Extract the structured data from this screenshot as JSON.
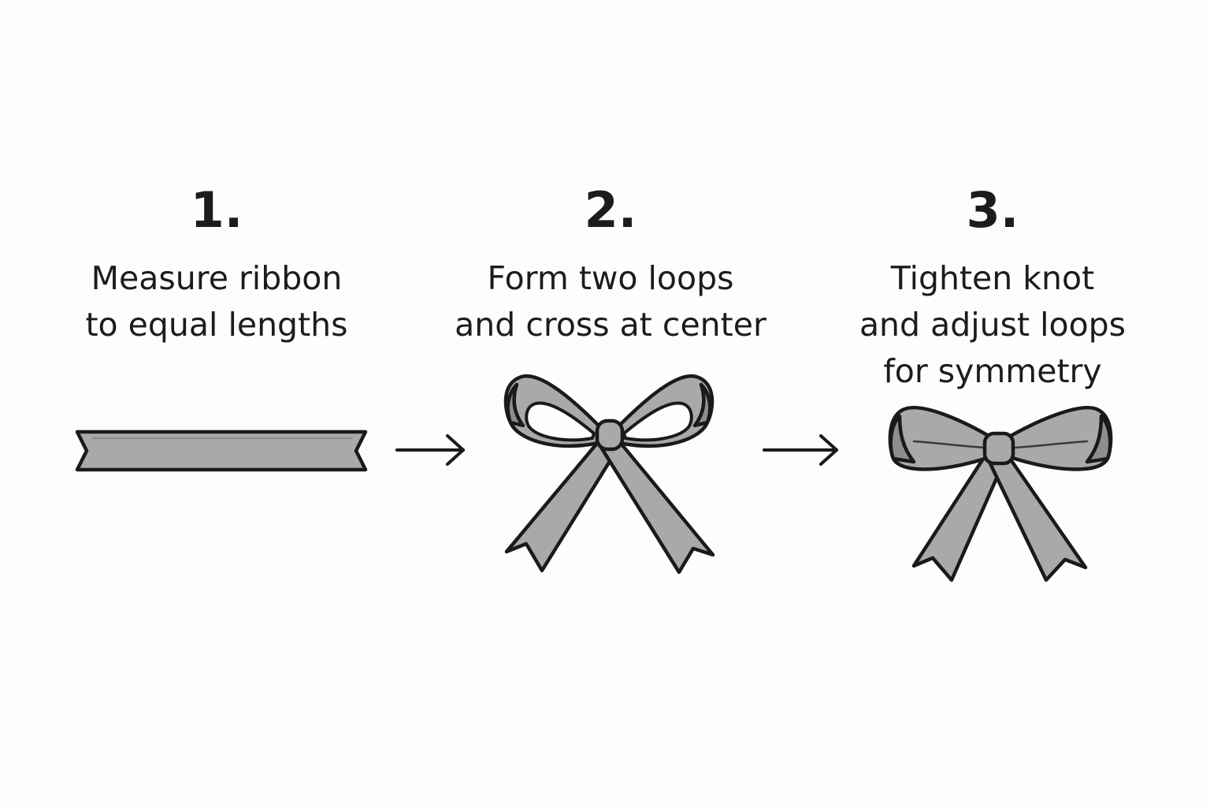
{
  "steps": [
    {
      "number": "1.",
      "caption_lines": [
        "Measure ribbon",
        "to equal lengths"
      ],
      "illustration": "flat-ribbon-icon"
    },
    {
      "number": "2.",
      "caption_lines": [
        "Form two loops",
        "and cross at center"
      ],
      "illustration": "loose-bow-icon"
    },
    {
      "number": "3.",
      "caption_lines": [
        "Tighten knot",
        "and adjust loops",
        "for symmetry"
      ],
      "illustration": "tight-bow-icon"
    }
  ],
  "connectors": [
    "arrow-right-icon",
    "arrow-right-icon"
  ],
  "colors": {
    "background": "#fdfdfd",
    "ribbon_fill": "#a9a9a9",
    "outline": "#1a1a1a",
    "text": "#1c1c1c"
  }
}
